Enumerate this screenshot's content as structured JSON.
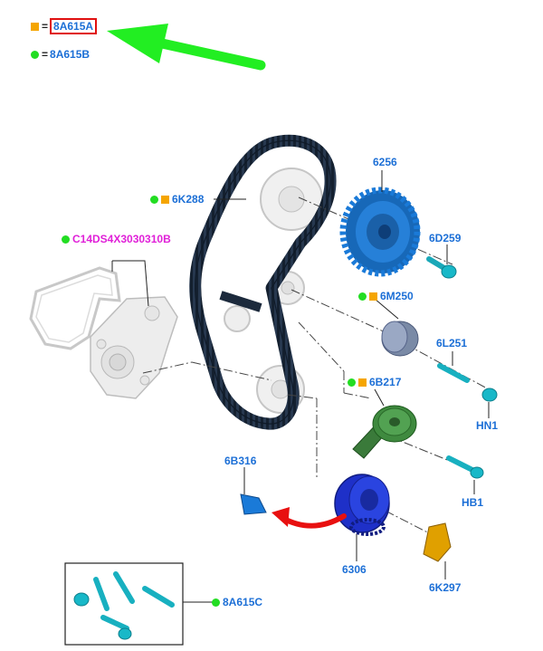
{
  "legend": [
    {
      "marker": "square",
      "color": "#f5a500",
      "code": "8A615A",
      "highlighted": true
    },
    {
      "marker": "dot",
      "color": "#22dd22",
      "code": "8A615B",
      "highlighted": false
    }
  ],
  "legend_separator": "=",
  "colors": {
    "label_blue": "#1c6fd6",
    "label_pink": "#e020d8",
    "marker_green": "#22dd22",
    "marker_orange": "#f5a500",
    "arrow_green": "#22ee22",
    "arrow_red": "#e81010",
    "highlight_box": "#e01010"
  },
  "labels": {
    "belt": "6K288",
    "pump_kit": "C14DS4X3030310B",
    "cam_sprocket": "6256",
    "bolt_cam": "6D259",
    "idler": "6M250",
    "stud": "6L251",
    "nut": "HN1",
    "tensioner": "6B217",
    "bolt_tensioner": "HB1",
    "sensor": "6B316",
    "crank_sprocket": "6306",
    "guide": "6K297",
    "bolt_kit": "8A615C"
  }
}
